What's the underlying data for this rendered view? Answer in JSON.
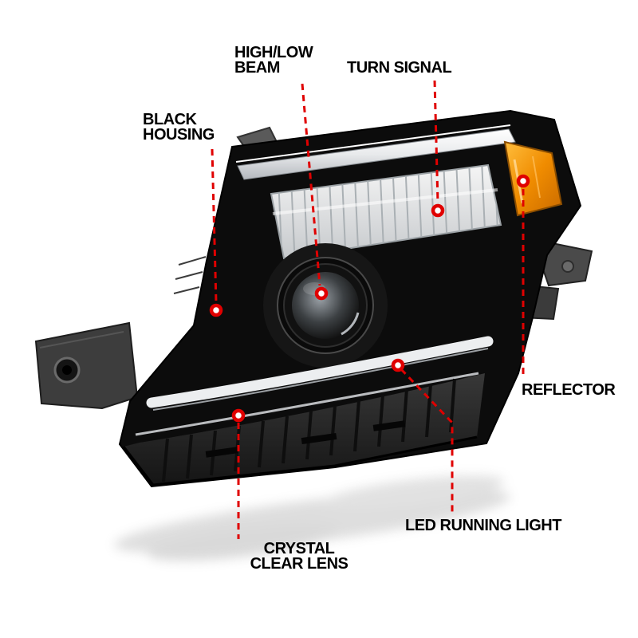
{
  "colors": {
    "background": "#ffffff",
    "callout_red": "#e00000",
    "label_text": "#000000",
    "housing_black": "#0c0c0c",
    "chrome_bar": "#e8eaec",
    "amber_reflector": "#f08c00"
  },
  "callouts": [
    {
      "id": "high-low-beam",
      "lines": [
        "HIGH/LOW",
        "BEAM"
      ]
    },
    {
      "id": "turn-signal",
      "lines": [
        "TURN SIGNAL"
      ]
    },
    {
      "id": "black-housing",
      "lines": [
        "BLACK",
        "HOUSING"
      ]
    },
    {
      "id": "reflector",
      "lines": [
        "REFLECTOR"
      ]
    },
    {
      "id": "led-running-light",
      "lines": [
        "LED RUNNING LIGHT"
      ]
    },
    {
      "id": "crystal-clear-lens",
      "lines": [
        "CRYSTAL",
        "CLEAR LENS"
      ]
    }
  ],
  "illustration": {
    "subject": "projector-headlight-front-left-view"
  }
}
